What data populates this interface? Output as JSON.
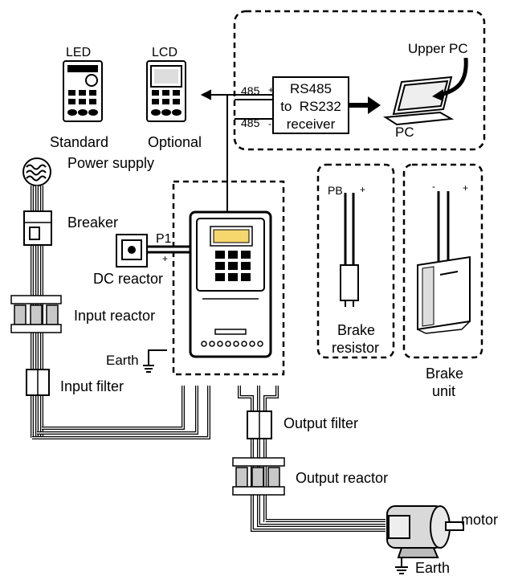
{
  "labels": {
    "led": "LED",
    "lcd": "LCD",
    "standard": "Standard",
    "optional": "Optional",
    "power_supply": "Power supply",
    "upper_pc": "Upper PC",
    "pc": "PC",
    "port_485_top": "485",
    "port_485_bottom": "485",
    "plus": "+",
    "minus": "-",
    "rs485_line1": "RS485",
    "rs485_line2": "to  RS232",
    "rs485_line3": "receiver",
    "breaker": "Breaker",
    "p1": "P1",
    "dc_reactor": "DC reactor",
    "input_reactor": "Input reactor",
    "earth_left": "Earth",
    "input_filter": "Input filter",
    "pb": "PB",
    "brake_resistor_line1": "Brake",
    "brake_resistor_line2": "resistor",
    "brake_unit_line1": "Brake",
    "brake_unit_line2": "unit",
    "output_filter": "Output filter",
    "output_reactor": "Output reactor",
    "motor": "motor",
    "earth_bottom": "Earth"
  },
  "colors": {
    "line": "#000000",
    "display_yellow": "#f5d76e",
    "gray": "#9a9a9a"
  }
}
